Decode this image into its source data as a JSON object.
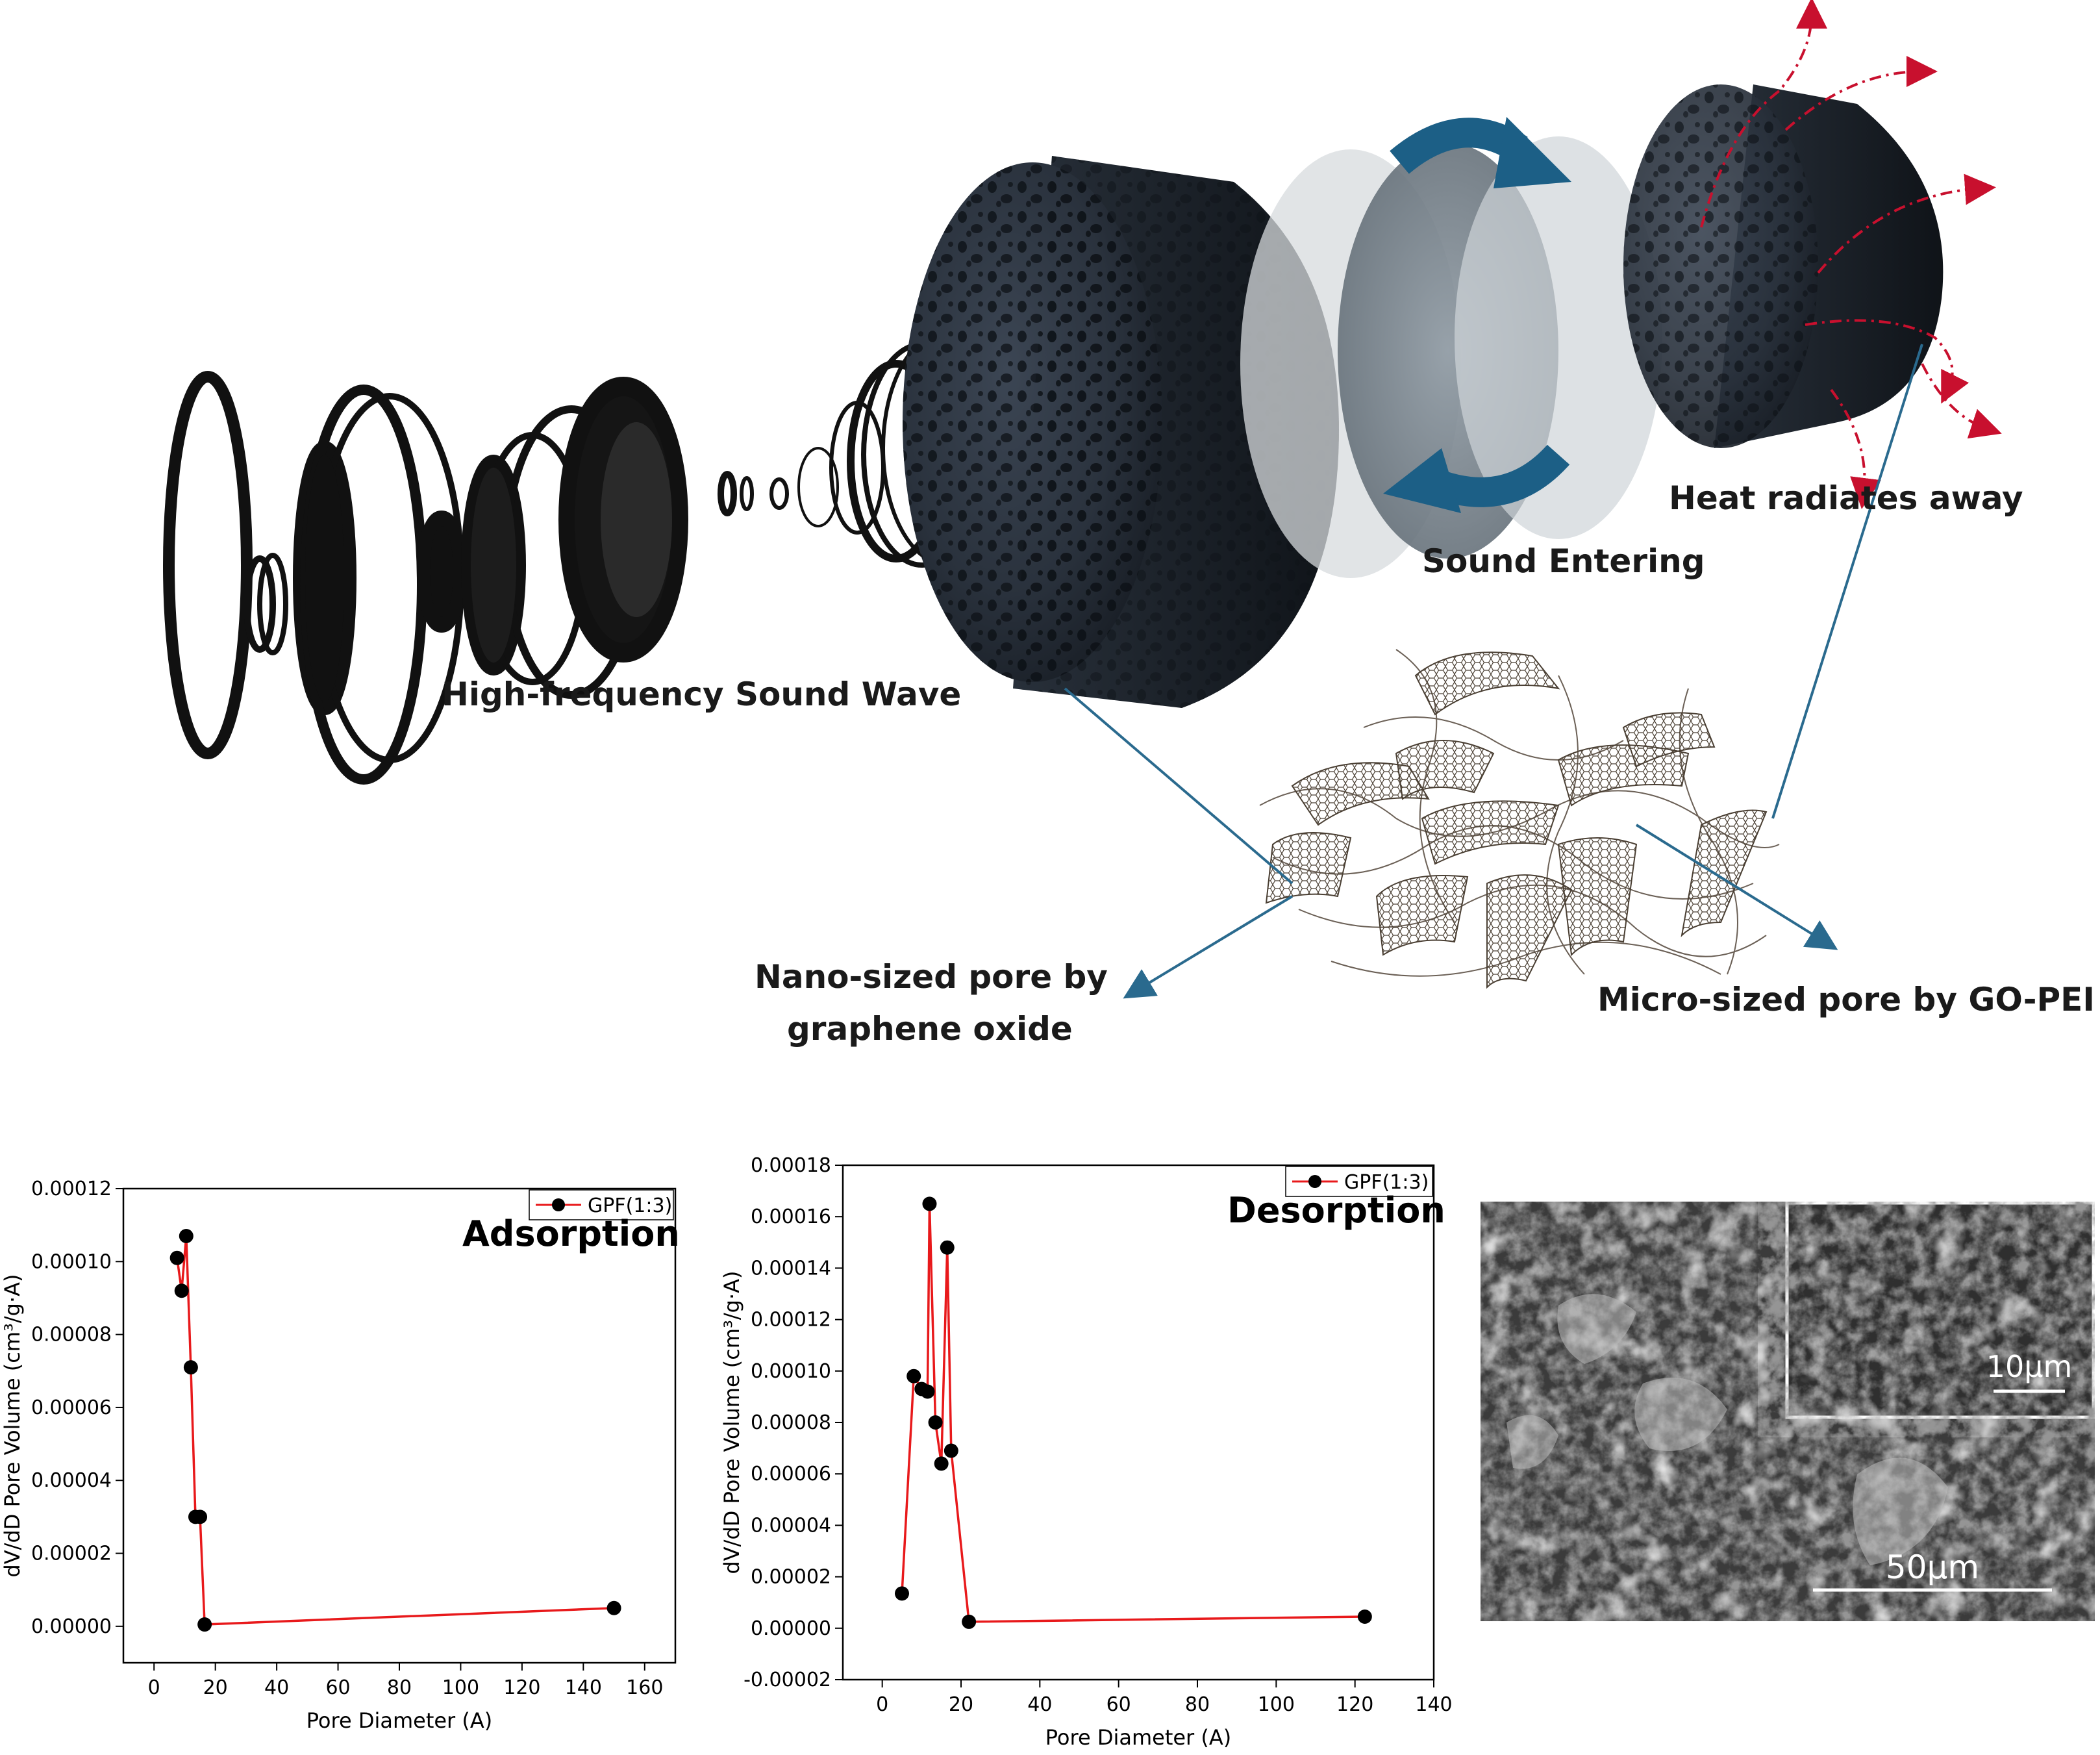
{
  "diagram": {
    "labels": {
      "sound_wave": "High-frequency Sound Wave",
      "sound_entering": "Sound Entering",
      "heat": "Heat radiates away",
      "nano_line1": "Nano-sized pore by",
      "nano_line2": "graphene oxide",
      "micro": "Micro-sized pore by GO-PEI"
    },
    "colors": {
      "foam": "#2b3440",
      "arrow_blue": "#1c5f86",
      "heat_red": "#c8102e",
      "callout_line": "#2a6a8e"
    }
  },
  "chart_data": [
    {
      "type": "line",
      "title": "Adsorption",
      "xlabel": "Pore Diameter (A)",
      "ylabel": "dV/dD Pore Volume (cm³/g·A)",
      "xlim": [
        -10,
        170
      ],
      "ylim": [
        -1e-05,
        0.00012
      ],
      "xticks": [
        "0",
        "20",
        "40",
        "60",
        "80",
        "100",
        "120",
        "140",
        "160"
      ],
      "yticks": [
        "0.00000",
        "0.00002",
        "0.00004",
        "0.00006",
        "0.00008",
        "0.00010",
        "0.00012"
      ],
      "legend": "top-right",
      "series": [
        {
          "name": "GPF(1:3)",
          "color": "#e8191b",
          "x": [
            7.5,
            9,
            10.5,
            12,
            13.5,
            15,
            16.5,
            150
          ],
          "y": [
            0.000101,
            9.2e-05,
            0.000107,
            7.1e-05,
            3e-05,
            3e-05,
            5e-07,
            5e-06
          ]
        }
      ]
    },
    {
      "type": "line",
      "title": "Desorption",
      "xlabel": "Pore Diameter (A)",
      "ylabel": "dV/dD Pore Volume (cm³/g·A)",
      "xlim": [
        -10,
        140
      ],
      "ylim": [
        -2e-05,
        0.00018
      ],
      "xticks": [
        "0",
        "20",
        "40",
        "60",
        "80",
        "100",
        "120",
        "140"
      ],
      "yticks": [
        "-0.00002",
        "0.00000",
        "0.00002",
        "0.00004",
        "0.00006",
        "0.00008",
        "0.00010",
        "0.00012",
        "0.00014",
        "0.00016",
        "0.00018"
      ],
      "legend": "top-right",
      "series": [
        {
          "name": "GPF(1:3)",
          "color": "#e8191b",
          "x": [
            5,
            8,
            10,
            11.5,
            12,
            13.5,
            15,
            16.5,
            17.5,
            22,
            122.5
          ],
          "y": [
            1.35e-05,
            9.8e-05,
            9.3e-05,
            9.2e-05,
            0.000165,
            8e-05,
            6.4e-05,
            0.000148,
            6.9e-05,
            2.5e-06,
            4.5e-06
          ]
        }
      ]
    }
  ],
  "sem": {
    "inset_scale": "10µm",
    "main_scale": "50µm"
  }
}
